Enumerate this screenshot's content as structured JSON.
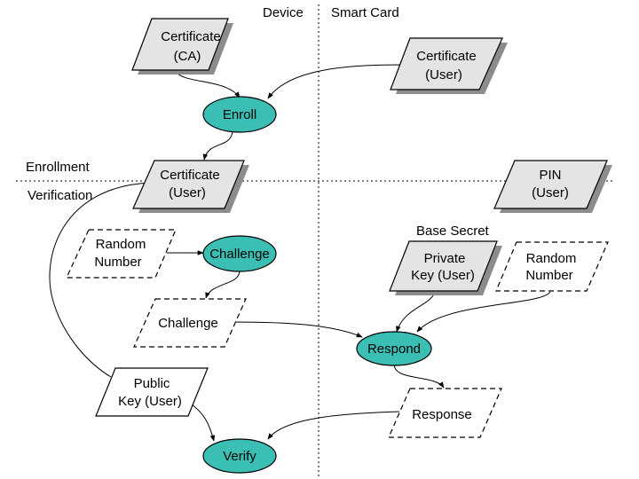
{
  "colors": {
    "background": "#ffffff",
    "box_fill": "#e4e4e4",
    "box_shadow": "#8c8c8c",
    "oval_fill": "#3bbfb4",
    "line": "#000000"
  },
  "labels": {
    "device": "Device",
    "smart_card": "Smart Card",
    "enrollment": "Enrollment",
    "verification": "Verification",
    "base_secret": "Base Secret"
  },
  "nodes": {
    "cert_ca": {
      "line1": "Certificate",
      "line2": "(CA)"
    },
    "cert_user_card": {
      "line1": "Certificate",
      "line2": "(User)"
    },
    "enroll": {
      "label": "Enroll"
    },
    "cert_user_device": {
      "line1": "Certificate",
      "line2": "(User)"
    },
    "pin": {
      "line1": "PIN",
      "line2": "(User)"
    },
    "random_device": {
      "line1": "Random",
      "line2": "Number"
    },
    "challenge_op": {
      "label": "Challenge"
    },
    "private_key": {
      "line1": "Private",
      "line2": "Key (User)"
    },
    "random_card": {
      "line1": "Random",
      "line2": "Number"
    },
    "challenge_data": {
      "label": "Challenge"
    },
    "respond": {
      "label": "Respond"
    },
    "public_key": {
      "line1": "Public",
      "line2": "Key (User)"
    },
    "response": {
      "label": "Response"
    },
    "verify": {
      "label": "Verify"
    }
  }
}
